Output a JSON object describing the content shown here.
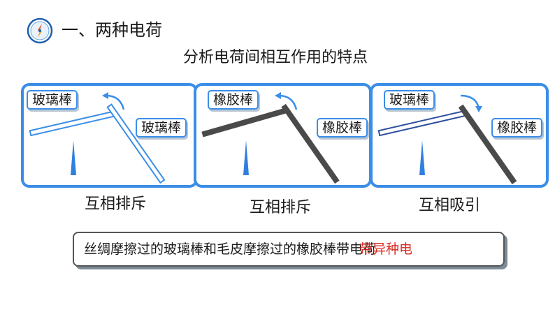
{
  "header": {
    "icon": "compass-icon",
    "title": "一、两种电荷",
    "subtitle": "分析电荷间相互作用的特点"
  },
  "panels": [
    {
      "top_label": "玻璃棒",
      "side_label": "玻璃棒",
      "caption": "互相排斥",
      "rotation_icon": "counterclockwise-arrow-icon"
    },
    {
      "top_label": "橡胶棒",
      "side_label": "橡胶棒",
      "caption": "互相排斥",
      "rotation_icon": "counterclockwise-arrow-icon"
    },
    {
      "top_label": "玻璃棒",
      "side_label": "橡胶棒",
      "caption": "互相吸引",
      "rotation_icon": "clockwise-arrow-icon"
    }
  ],
  "conclusion": {
    "text": "丝绸摩擦过的玻璃棒和毛皮摩擦过的橡胶棒带电荷",
    "overlay": "带异种电"
  },
  "colors": {
    "accent": "#3a8ee8",
    "dark_rod": "#4a4a4a",
    "overlay_red": "#d9281f"
  }
}
